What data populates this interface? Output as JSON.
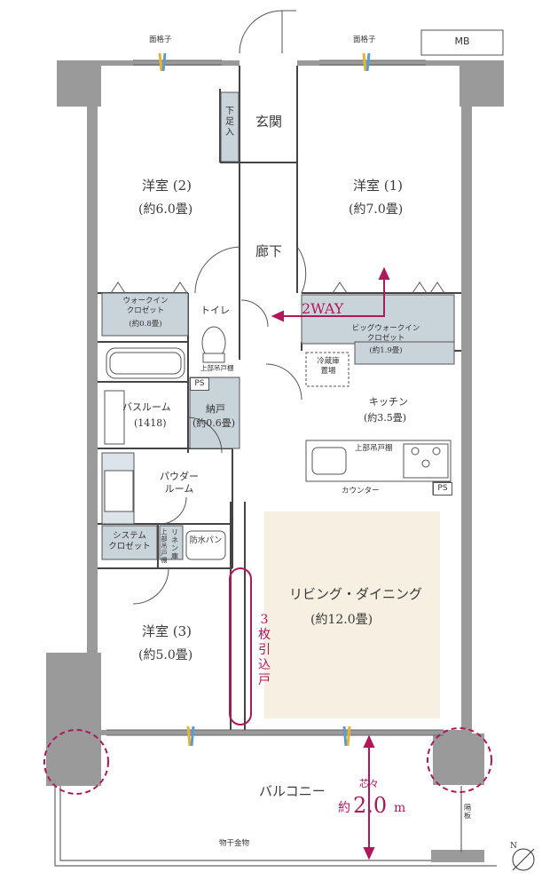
{
  "labels": {
    "mensashi_left": "面格子",
    "mensashi_right": "面格子",
    "mb": "MB",
    "genkan": "玄関",
    "shitabako": "下足入",
    "room2_name": "洋室 (2)",
    "room2_area": "(約6.0畳)",
    "room1_name": "洋室 (1)",
    "room1_area": "(約7.0畳)",
    "corridor": "廊下",
    "wic_name": "ウォークイン\nクロゼット",
    "wic_area": "(約0.8畳)",
    "toilet": "トイレ",
    "twoway": "2WAY",
    "bigwic_name": "ビッグウォークイン\nクロゼット",
    "bigwic_area": "(約1.9畳)",
    "upper_shelf_left": "上部吊戸棚",
    "ps1": "PS",
    "fridge": "冷蔵庫\n置場",
    "bathroom_name": "バスルーム",
    "bathroom_size": "(1418)",
    "nando_name": "納戸",
    "nando_area": "(約0.6畳)",
    "kitchen_name": "キッチン",
    "kitchen_area": "(約3.5畳)",
    "upper_shelf_kitchen": "上部吊戸棚",
    "counter": "カウンター",
    "ps2": "PS",
    "powder_name": "パウダー\nルーム",
    "system_closet": "システム\nクロゼット",
    "linen": "リネン\n庫",
    "upper_shelf_linen": "上部吊戸棚",
    "bouhan": "防水パン",
    "living_name": "リビング・ダイニング",
    "living_area": "(約12.0畳)",
    "room3_name": "洋室 (3)",
    "room3_area": "(約5.0畳)",
    "sliding_door": "3\n枚\n引\n込\n戸",
    "balcony": "バルコニー",
    "shinshin": "芯々",
    "balcony_depth_prefix": "約",
    "balcony_depth_value": "2.0",
    "balcony_depth_unit": "m",
    "partition": "隔\n板",
    "monohoshi": "物干金物",
    "north": "N"
  },
  "colors": {
    "wall": "#9a9a9a",
    "storage_fill": "#c8d3da",
    "living_highlight": "#f7efe2",
    "accent": "#b0185a",
    "vent_yellow": "#e2b43a",
    "vent_blue": "#5c9bcb"
  }
}
